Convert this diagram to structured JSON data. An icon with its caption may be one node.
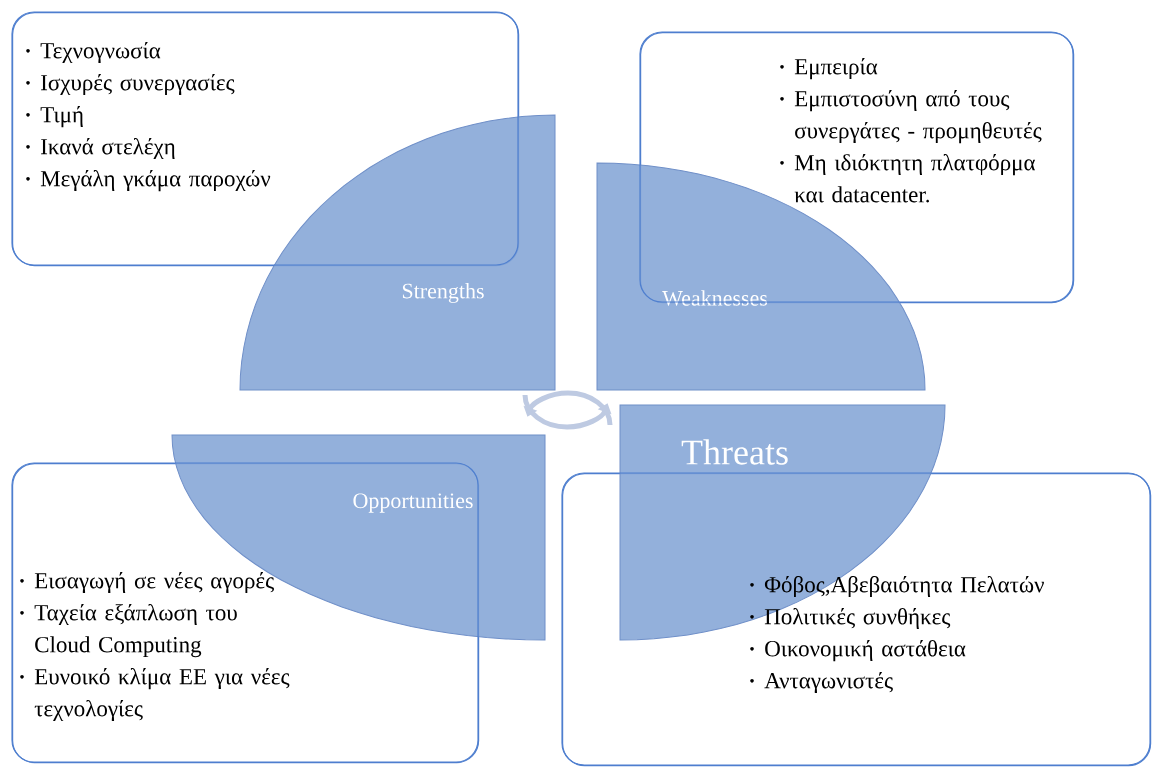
{
  "diagram": {
    "nodes": [
      {
        "text": [
          "Strengths"
        ]
      },
      {
        "text": [
          "Τεχνογνωσία",
          "Ισχυρές συνεργασίες",
          "Τιμή",
          "Ικανά στελέχη",
          "Μεγάλη γκάμα παροχών"
        ]
      },
      {
        "text": [
          "Weaknesses"
        ]
      },
      {
        "text": [
          "Εμπειρία",
          "Εμπιστοσύνη από τους συνεργάτες - προμηθευτές",
          "Μη ιδιόκτητη πλατφόρμα και datacenter."
        ]
      },
      {
        "text": [
          "Opportunities"
        ]
      },
      {
        "text": [
          "Εισαγωγή σε νέες αγορές",
          "Ταχεία εξάπλωση του Cloud Computing",
          "Ευνοικό κλίμα ΕΕ για νέες τεχνολογίες"
        ]
      },
      {
        "text": [
          "Threats"
        ]
      },
      {
        "text": [
          "Φόβος,Αβεβαιότητα Πελατών",
          "Πολιτικές συνθήκες",
          "Οικονομική αστάθεια",
          "Ανταγωνιστές"
        ]
      }
    ]
  }
}
